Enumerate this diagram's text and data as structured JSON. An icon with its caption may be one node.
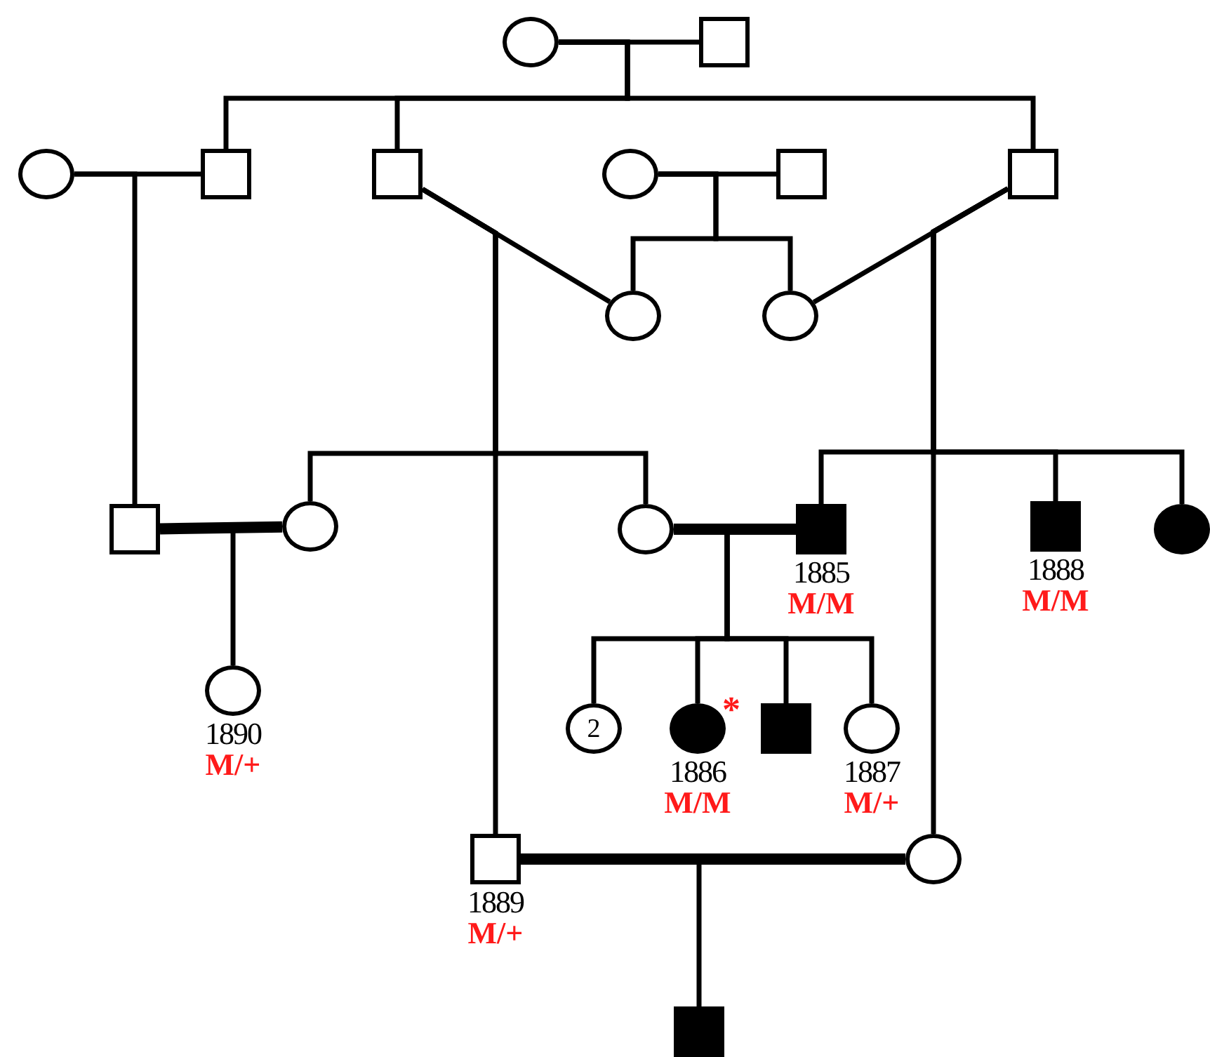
{
  "diagram": {
    "nodes": [
      {
        "text": [],
        "shape": "circle"
      },
      {
        "text": [],
        "shape": "box"
      },
      {
        "text": [],
        "shape": "circle"
      },
      {
        "text": [],
        "shape": "box"
      },
      {
        "text": [],
        "shape": "box"
      },
      {
        "text": [],
        "shape": "circle"
      },
      {
        "text": [],
        "shape": "box"
      },
      {
        "text": [],
        "shape": "box"
      },
      {
        "text": [],
        "shape": "circle"
      },
      {
        "text": [],
        "shape": "circle"
      },
      {
        "text": [],
        "shape": "box"
      },
      {
        "text": [],
        "shape": "circle"
      },
      {
        "text": [],
        "shape": "circle"
      },
      {
        "text": [],
        "shape": "box",
        "beside": [
          "1885",
          "M/M"
        ]
      },
      {
        "text": [],
        "shape": "box",
        "beside": [
          "1888",
          "M/M"
        ]
      },
      {
        "text": [],
        "shape": "circle"
      },
      {
        "text": [],
        "shape": "circle",
        "beside": [
          "1890",
          "M/+"
        ]
      },
      {
        "text": [
          "2"
        ]
      },
      {
        "text": [],
        "shape": "circle",
        "beside": [
          "*",
          "1886",
          "M/M"
        ]
      },
      {
        "text": [],
        "shape": "box"
      },
      {
        "text": [],
        "shape": "circle",
        "beside": [
          "1887",
          "M/+"
        ]
      },
      {
        "text": [],
        "shape": "box",
        "beside": [
          "1889",
          "M/+"
        ]
      },
      {
        "text": [],
        "shape": "circle"
      },
      {
        "text": [],
        "shape": "box"
      }
    ],
    "edges": [
      {
        "from": 0,
        "to": 1,
        "arrow": "none"
      },
      {
        "from": 0,
        "to": 3,
        "arrow": "none"
      },
      {
        "from": 0,
        "to": 4,
        "arrow": "none"
      },
      {
        "from": 0,
        "to": 7,
        "arrow": "none"
      },
      {
        "from": 2,
        "to": 3,
        "arrow": "none"
      },
      {
        "from": 2,
        "to": 10,
        "arrow": "none"
      },
      {
        "from": 5,
        "to": 6,
        "arrow": "none"
      },
      {
        "from": 5,
        "to": 8,
        "arrow": "none"
      },
      {
        "from": 5,
        "to": 9,
        "arrow": "none"
      },
      {
        "from": 4,
        "to": 8,
        "arrow": "none"
      },
      {
        "from": 4,
        "to": 11,
        "arrow": "none"
      },
      {
        "from": 4,
        "to": 12,
        "arrow": "none"
      },
      {
        "from": 4,
        "to": 21,
        "arrow": "none"
      },
      {
        "from": 7,
        "to": 9,
        "arrow": "none"
      },
      {
        "from": 7,
        "to": 13,
        "arrow": "none"
      },
      {
        "from": 7,
        "to": 14,
        "arrow": "none"
      },
      {
        "from": 7,
        "to": 15,
        "arrow": "none"
      },
      {
        "from": 7,
        "to": 22,
        "arrow": "none"
      },
      {
        "from": 10,
        "to": 11,
        "arrow": "none",
        "style": "thick"
      },
      {
        "from": 10,
        "to": 16,
        "arrow": "none"
      },
      {
        "from": 12,
        "to": 13,
        "arrow": "none",
        "style": "thick"
      },
      {
        "from": 12,
        "to": 17,
        "arrow": "none"
      },
      {
        "from": 12,
        "to": 18,
        "arrow": "none"
      },
      {
        "from": 12,
        "to": 19,
        "arrow": "none"
      },
      {
        "from": 12,
        "to": 20,
        "arrow": "none"
      },
      {
        "from": 21,
        "to": 22,
        "arrow": "none",
        "style": "thick"
      },
      {
        "from": 21,
        "to": 23,
        "arrow": "none"
      }
    ]
  }
}
